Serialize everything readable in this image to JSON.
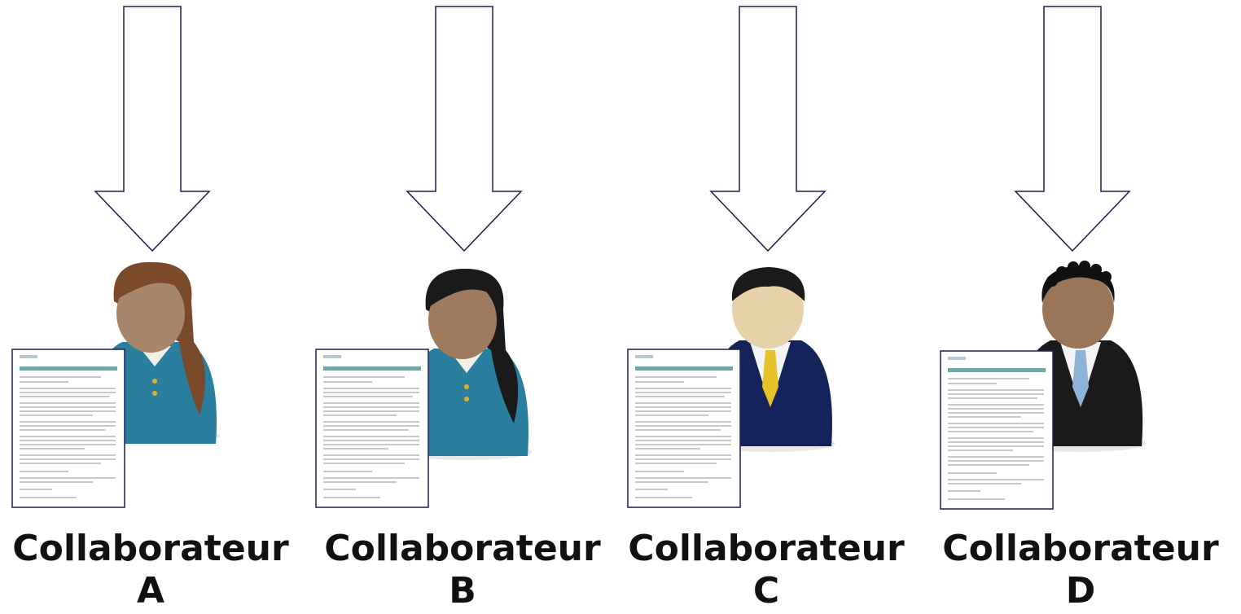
{
  "collaborators": [
    {
      "title": "Collaborateur",
      "letter": "A",
      "avatar": "woman-avatar-brown-hair-icon",
      "hair": "#7a4a2a",
      "suit": "#2a7f9e",
      "tie": null
    },
    {
      "title": "Collaborateur",
      "letter": "B",
      "avatar": "woman-avatar-black-hair-icon",
      "hair": "#1a1a1a",
      "suit": "#2a7f9e",
      "tie": null
    },
    {
      "title": "Collaborateur",
      "letter": "C",
      "avatar": "man-avatar-navy-suit-icon",
      "hair": "#1a1a1a",
      "suit": "#14245a",
      "tie": "#e8c22a"
    },
    {
      "title": "Collaborateur",
      "letter": "D",
      "avatar": "man-avatar-black-suit-icon",
      "hair": "#111111",
      "suit": "#1a1a1a",
      "tie": "#8fb2d8"
    }
  ],
  "colors": {
    "arrow_stroke": "#1e1e50",
    "label_text": "#111111",
    "skin_light": "#e6d2a8",
    "skin_tan": "#a07a5e"
  }
}
